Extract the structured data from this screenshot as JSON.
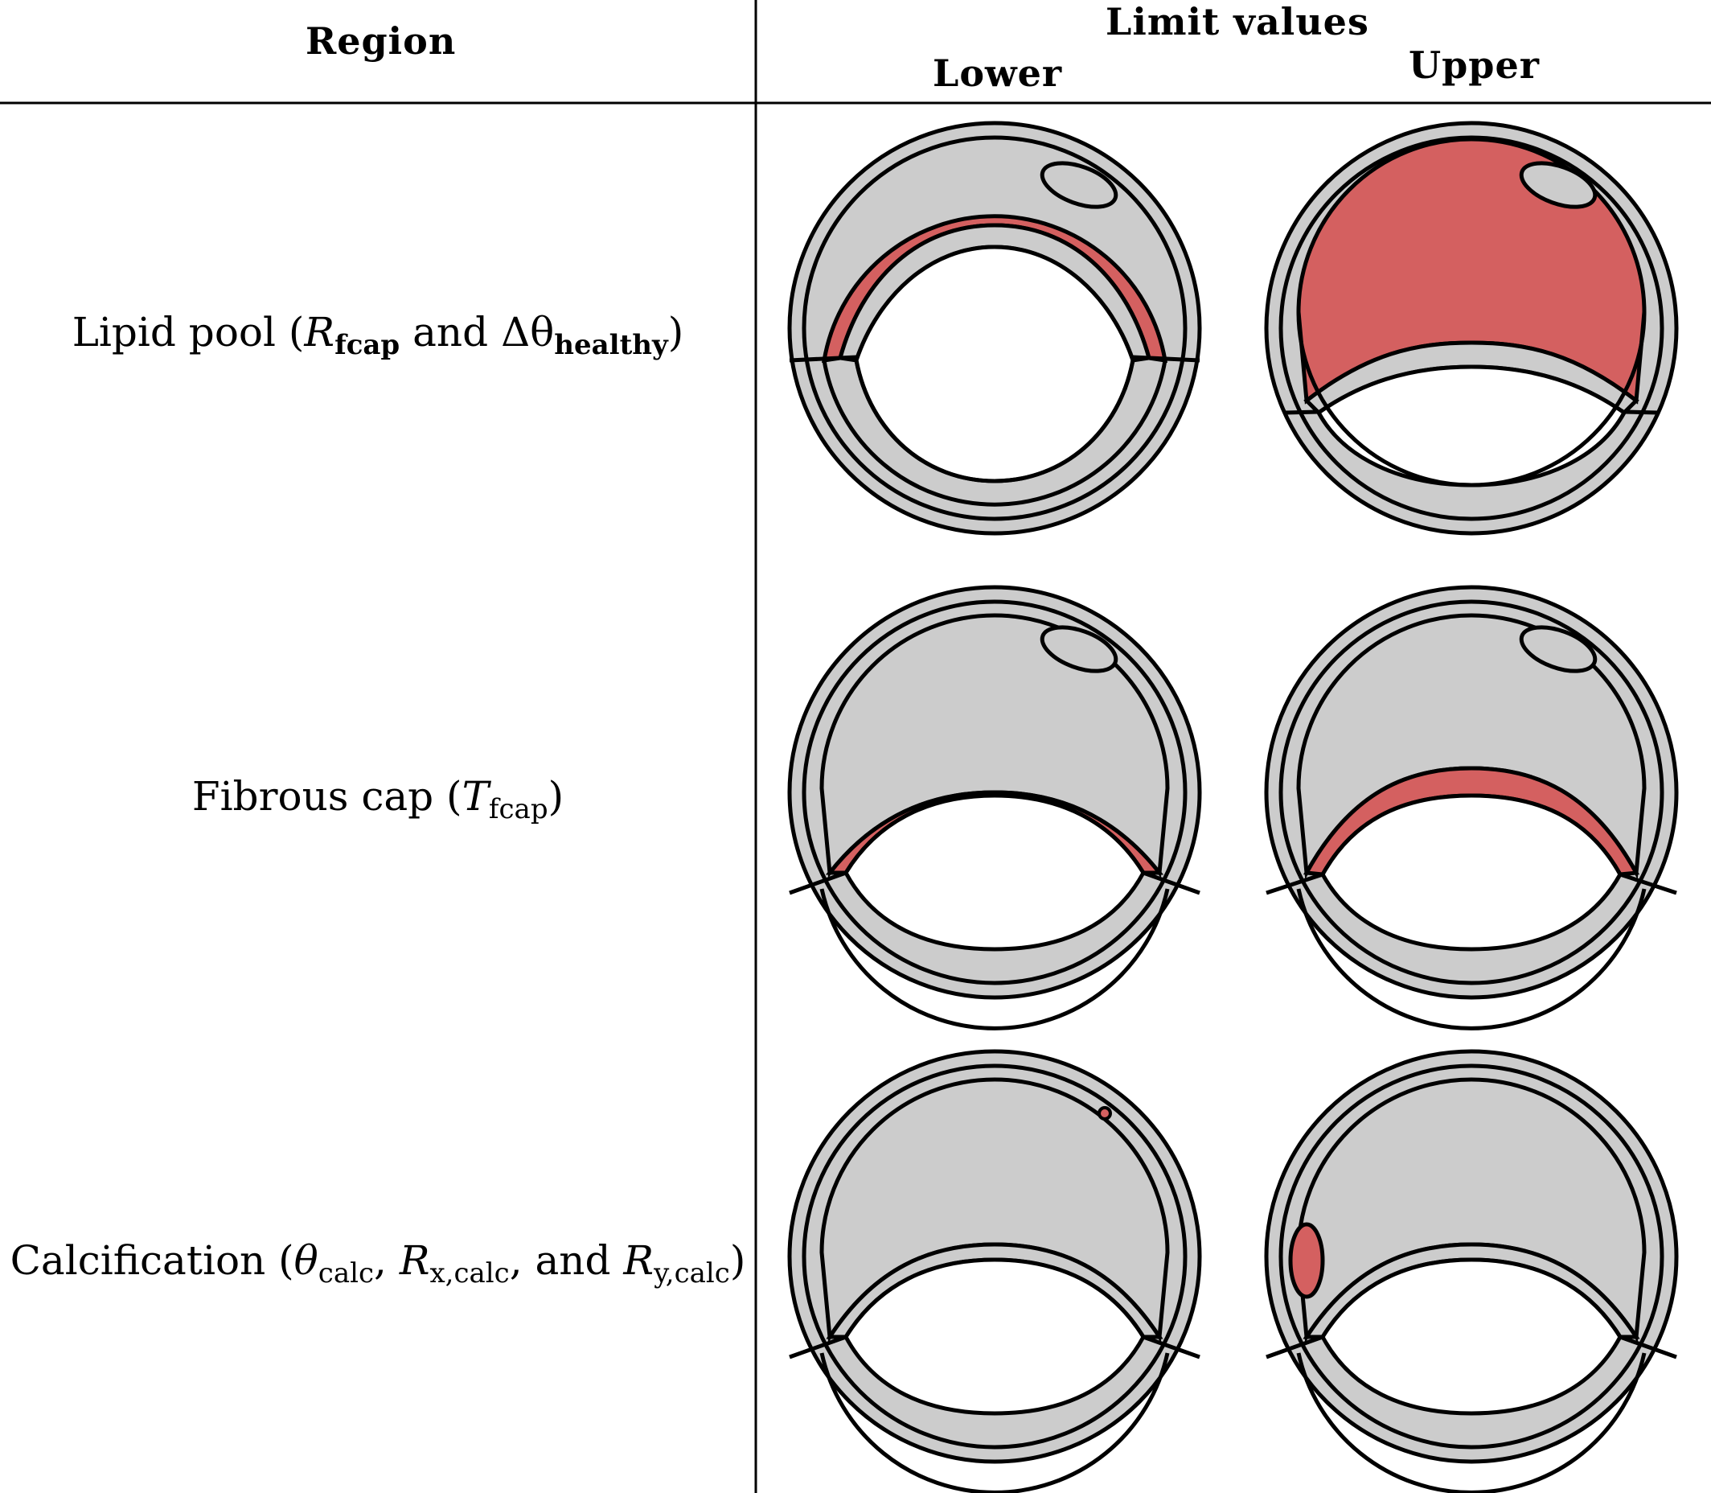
{
  "header": {
    "region": "Region",
    "limit_values": "Limit values",
    "lower": "Lower",
    "upper": "Upper"
  },
  "rows": [
    {
      "name": "Lipid pool",
      "param1_symbol": "R",
      "param1_sub": "fcap",
      "connector": "and",
      "param2_symbol": "Δθ",
      "param2_sub": "healthy"
    },
    {
      "name": "Fibrous cap",
      "param1_symbol": "T",
      "param1_sub": "fcap"
    },
    {
      "name": "Calcification",
      "param1_symbol": "θ",
      "param1_sub": "calc",
      "param2_symbol": "R",
      "param2_sub": "x,calc",
      "connector": "and",
      "param3_symbol": "R",
      "param3_sub": "y,calc"
    }
  ],
  "colors": {
    "tissue": "#cccccc",
    "highlight": "#d46060",
    "stroke": "#000000",
    "lumen": "#ffffff"
  }
}
